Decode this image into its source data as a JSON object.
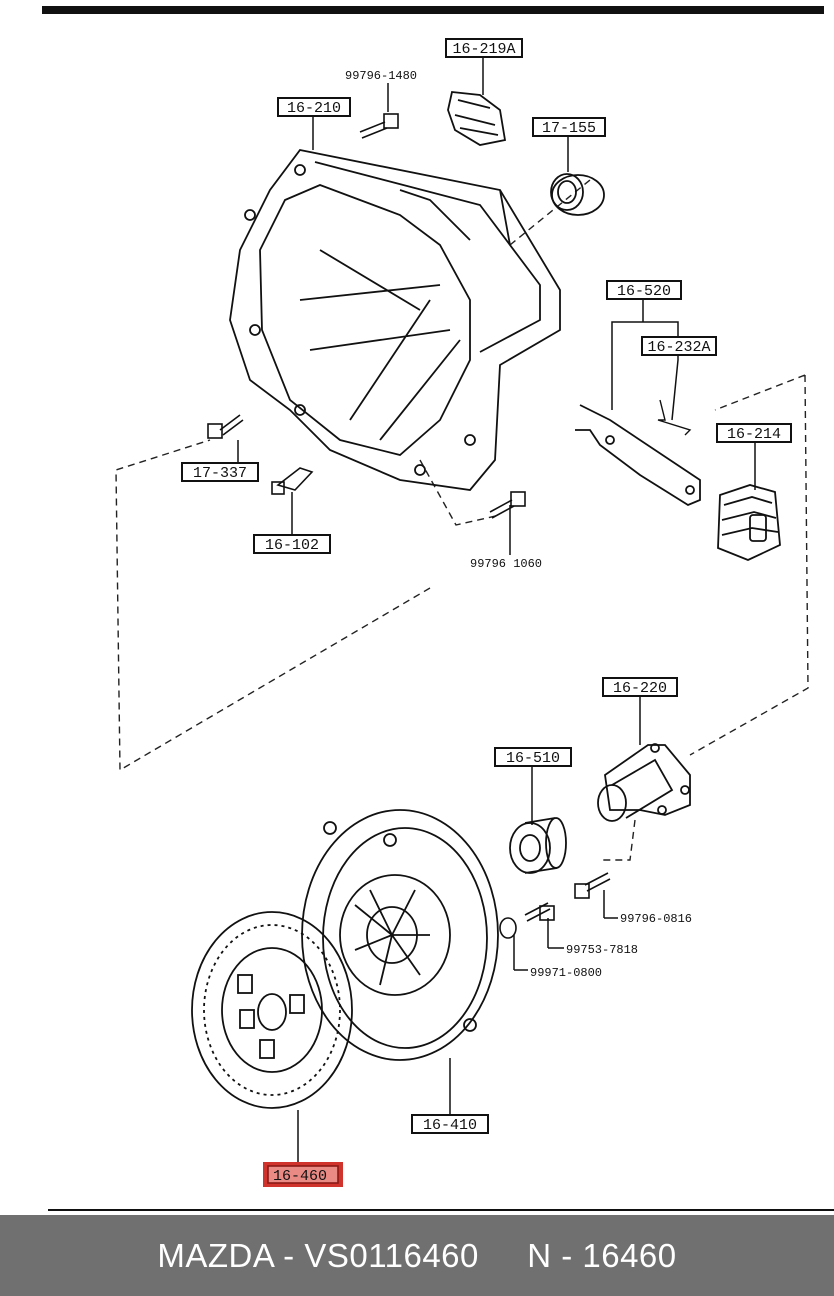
{
  "diagram": {
    "callouts": [
      {
        "id": "c1",
        "label": "16-219A"
      },
      {
        "id": "c2",
        "label": "16-210"
      },
      {
        "id": "c3",
        "label": "17-155"
      },
      {
        "id": "c4",
        "label": "16-520"
      },
      {
        "id": "c5",
        "label": "16-232A"
      },
      {
        "id": "c6",
        "label": "16-214"
      },
      {
        "id": "c7",
        "label": "17-337"
      },
      {
        "id": "c8",
        "label": "16-102"
      },
      {
        "id": "c9",
        "label": "16-220"
      },
      {
        "id": "c10",
        "label": "16-510"
      },
      {
        "id": "c11",
        "label": "16-410"
      },
      {
        "id": "c12",
        "label": "16-460",
        "highlighted": true
      }
    ],
    "part_numbers": [
      {
        "id": "p1",
        "label": "99796-1480"
      },
      {
        "id": "p2",
        "label": "99796 1060"
      },
      {
        "id": "p3",
        "label": "99796-0816"
      },
      {
        "id": "p4",
        "label": "99753-7818"
      },
      {
        "id": "p5",
        "label": "99971-0800"
      }
    ],
    "highlight_color": "#d0322c"
  },
  "footer": {
    "text": "MAZDA - VS0116460     N - 16460",
    "background": "#707070",
    "text_color": "#ffffff"
  }
}
